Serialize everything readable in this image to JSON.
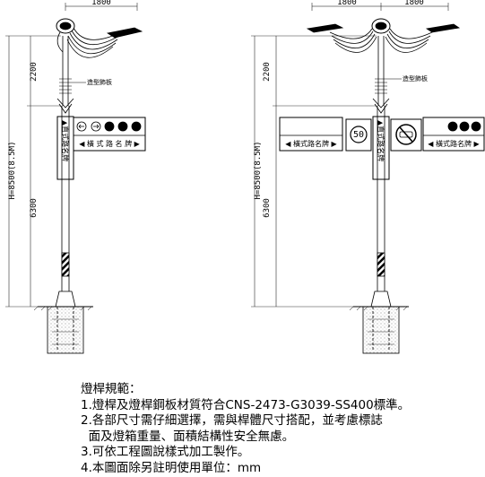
{
  "left_pole": {
    "top_dimension": "1800",
    "upper_height": "2200",
    "lower_height": "6300",
    "total_height": "H=8500(8.5M)",
    "bracket_label": "造型飾板",
    "vertical_sign": "▲直式路名牌",
    "horizontal_sign": "◀ 橫 式 路 名 牌 ▶"
  },
  "right_pole": {
    "top_dimension_left": "1800",
    "top_dimension_right": "1800",
    "upper_height": "2200",
    "lower_height": "6300",
    "total_height": "H=8500(8.5M)",
    "bracket_label": "造型飾板",
    "vertical_sign": "▲直式路名牌",
    "horizontal_sign_left": "◀ 橫式路名牌 ▶",
    "horizontal_sign_right": "◀ 橫式路名牌 ▶",
    "speed_limit": "50"
  },
  "notes": {
    "title": "燈桿規範：",
    "items": [
      "1.燈桿及燈桿鋼板材質符合CNS-2473-G3039-SS400標準。",
      "2.各部尺寸需仔細選擇，需與桿體尺寸搭配，並考慮標誌",
      "  面及燈箱重量、面積結構性安全無慮。",
      "3.可依工程圖說樣式加工製作。",
      "4.本圖面除另註明使用單位：mm"
    ]
  }
}
